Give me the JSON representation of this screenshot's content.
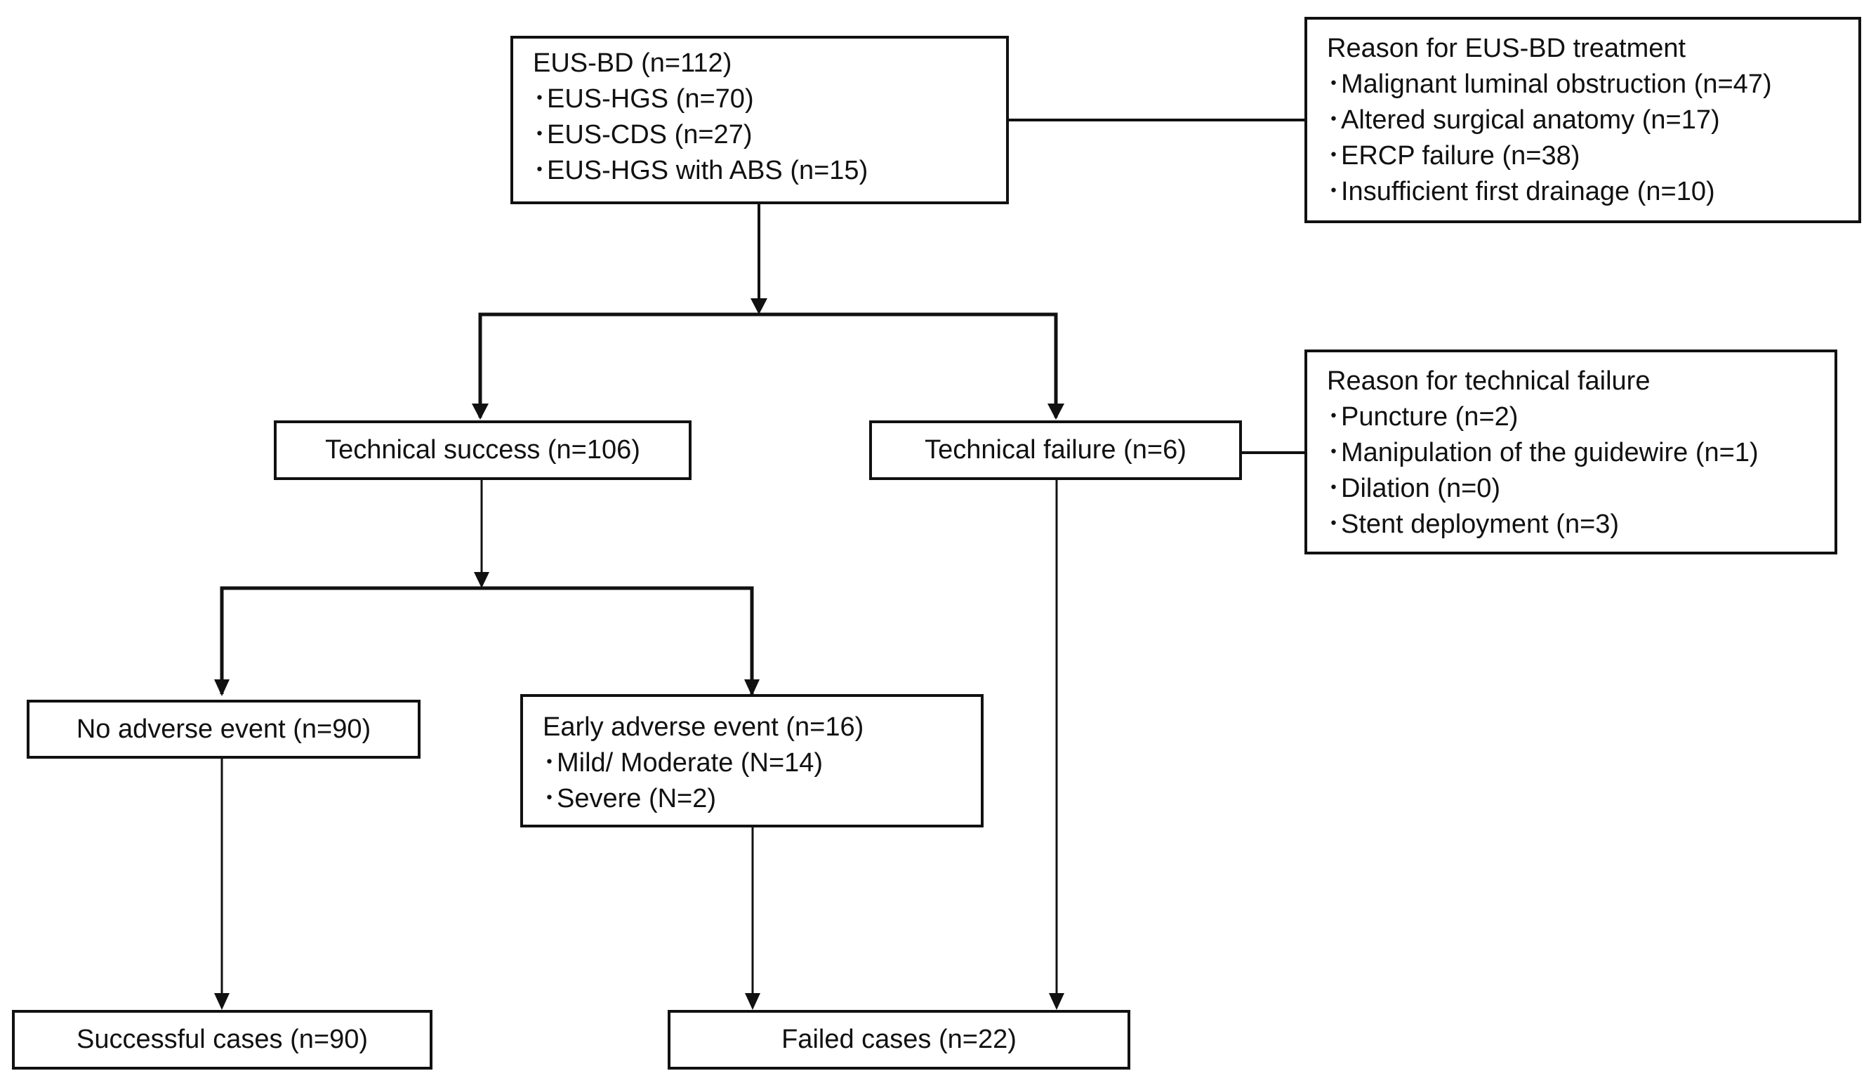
{
  "eus_bd": {
    "title": "EUS-BD (n=112)",
    "items": [
      "EUS-HGS (n=70)",
      "EUS-CDS (n=27)",
      "EUS-HGS with ABS (n=15)"
    ]
  },
  "reason_treatment": {
    "title": "Reason for EUS-BD treatment",
    "items": [
      "Malignant luminal obstruction (n=47)",
      "Altered surgical anatomy (n=17)",
      "ERCP failure (n=38)",
      "Insufficient first drainage (n=10)"
    ]
  },
  "technical_success": "Technical success (n=106)",
  "technical_failure": "Technical failure (n=6)",
  "reason_failure": {
    "title": "Reason for technical failure",
    "items": [
      "Puncture (n=2)",
      "Manipulation of the guidewire (n=1)",
      "Dilation (n=0)",
      "Stent deployment (n=3)"
    ]
  },
  "no_adverse_event": "No adverse event (n=90)",
  "early_adverse_event": {
    "title": "Early adverse event (n=16)",
    "items": [
      "Mild/ Moderate (N=14)",
      "Severe (N=2)"
    ]
  },
  "successful_cases": "Successful cases (n=90)",
  "failed_cases": "Failed cases (n=22)",
  "bullet": "･"
}
